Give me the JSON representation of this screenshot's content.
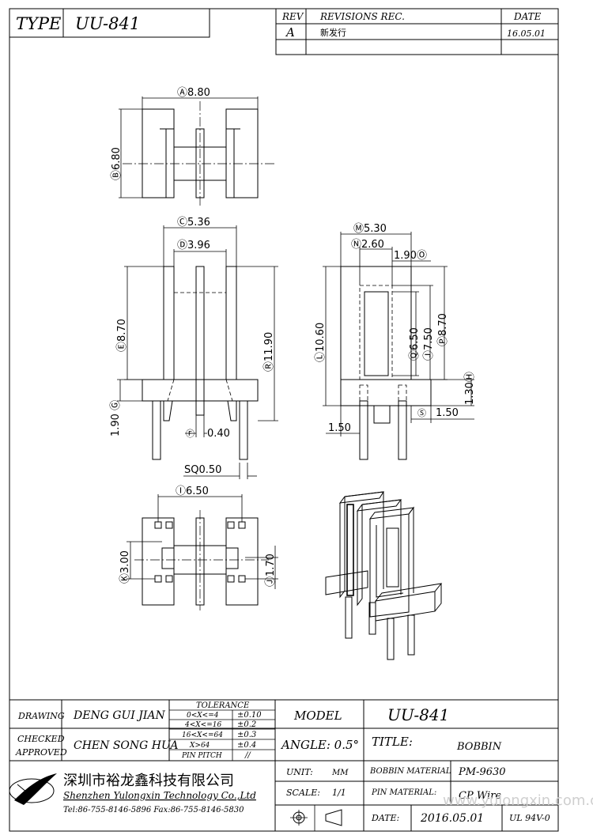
{
  "header": {
    "type_label": "TYPE",
    "type_value": "UU-841",
    "rev_label": "REV",
    "revisions_label": "REVISIONS REC.",
    "date_label": "DATE",
    "rev_value": "A",
    "revision_note": "新发行",
    "rev_date": "16.05.01"
  },
  "dims": {
    "A": "Ⓐ8.80",
    "B": "Ⓑ6.80",
    "C": "Ⓒ5.36",
    "D": "Ⓓ3.96",
    "E": "Ⓔ8.70",
    "R": "Ⓡ11.90",
    "G": "1.90 Ⓖ",
    "F": "Ⓕ",
    "F_val": "0.40",
    "SQ": "SQ0.50",
    "M": "Ⓜ5.30",
    "N": "Ⓝ2.60",
    "O": "1.90Ⓞ",
    "L": "Ⓛ10.60",
    "Q": "Ⓠ6.50",
    "J": "Ⓙ7.50",
    "P": "Ⓟ8.70",
    "H": "1.30Ⓗ",
    "S": "Ⓢ",
    "S_val": "1.50",
    "left150": "1.50",
    "I": "Ⓘ6.50",
    "K": "Ⓚ3.00",
    "J2": "Ⓙ1.70"
  },
  "title_block": {
    "drawing_label": "DRAWING",
    "drawing_name": "DENG GUI JIAN",
    "checked_label": "CHECKED",
    "approved_label": "APPROVED",
    "checked_name": "CHEN SONG HUA",
    "tolerance_title": "TOLERANCE",
    "tolerance_rows": [
      {
        "range": "0<X<=4",
        "tol": "±0.10"
      },
      {
        "range": "4<X<=16",
        "tol": "±0.2"
      },
      {
        "range": "16<X<=64",
        "tol": "±0.3"
      },
      {
        "range": "X>64",
        "tol": "±0.4"
      }
    ],
    "pin_pitch_label": "PIN PITCH",
    "pin_pitch_value": "//",
    "model_label": "MODEL",
    "model_value": "UU-841",
    "angle_label": "ANGLE: 0.5°",
    "title_label": "TITLE:",
    "title_value": "BOBBIN",
    "company_cn": "深圳市裕龙鑫科技有限公司",
    "company_en": "Shenzhen Yulongxin Technology Co.,Ltd",
    "contact": "Tel:86-755-8146-5896  Fax:86-755-8146-5830",
    "unit_label": "UNIT:",
    "unit_value": "MM",
    "scale_label": "SCALE:",
    "scale_value": "1/1",
    "bobbin_material_label": "BOBBIN MATERIAL",
    "bobbin_material_value": "PM-9630",
    "pin_material_label": "PIN MATERIAL:",
    "pin_material_value": "CP Wire",
    "date_label": "DATE:",
    "date_value": "2016.05.01",
    "ul_value": "UL 94V-0",
    "watermark": "www.yulongxin.com.cn"
  }
}
